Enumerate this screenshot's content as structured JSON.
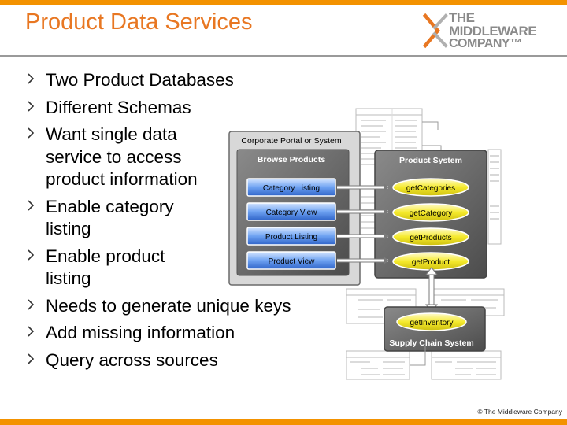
{
  "header": {
    "title": "Product Data Services",
    "logo_line1": "THE",
    "logo_line2": "MIDDLEWARE",
    "logo_line3": "COMPANY™",
    "accent_color": "#f39200",
    "title_color": "#e87722"
  },
  "bullets": [
    {
      "text": "Two Product Databases"
    },
    {
      "text": "Different Schemas"
    },
    {
      "text": "Want single data service to access product information"
    },
    {
      "text": "Enable category listing"
    },
    {
      "text": "Enable product listing"
    },
    {
      "text": "Needs to generate unique keys"
    },
    {
      "text": "Add missing information"
    },
    {
      "text": "Query across sources"
    }
  ],
  "diagram": {
    "portal_title": "Corporate Portal or System",
    "browse_title": "Browse Products",
    "portal_items": [
      "Category Listing",
      "Category View",
      "Product Listing",
      "Product View"
    ],
    "product_system_title": "Product System",
    "services": [
      "getCategories",
      "getCategory",
      "getProducts",
      "getProduct"
    ],
    "supply_chain_title": "Supply Chain System",
    "supply_service": "getInventory"
  },
  "footer": {
    "copyright": "© The Middleware Company"
  }
}
